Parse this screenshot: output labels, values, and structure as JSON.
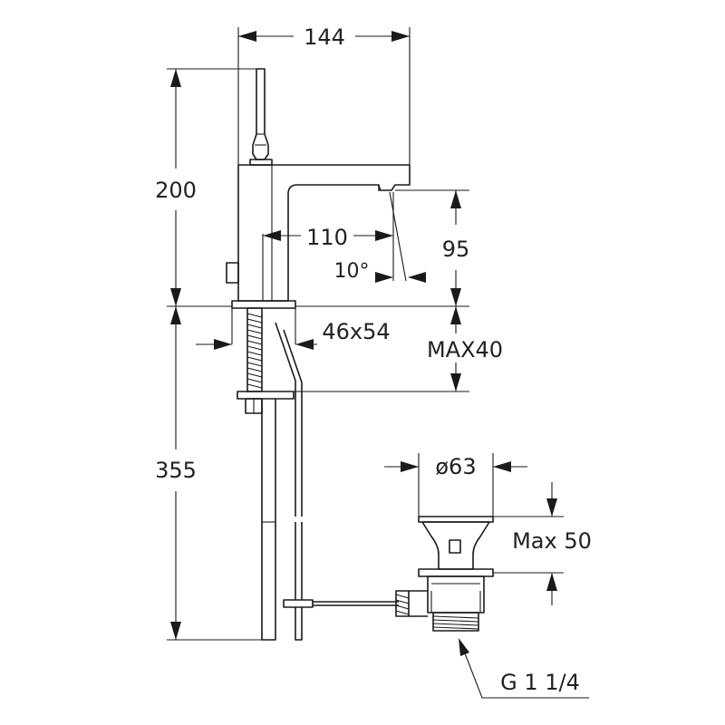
{
  "dimensions": {
    "overall_width": "144",
    "height_above_deck": "200",
    "spout_reach": "110",
    "spout_height": "95",
    "spout_angle": "10°",
    "body_size": "46x54",
    "max_deck_thickness": "MAX40",
    "length_below_deck": "355",
    "waste_diameter": "ø63",
    "waste_max": "Max 50",
    "waste_thread": "G 1 1/4"
  }
}
